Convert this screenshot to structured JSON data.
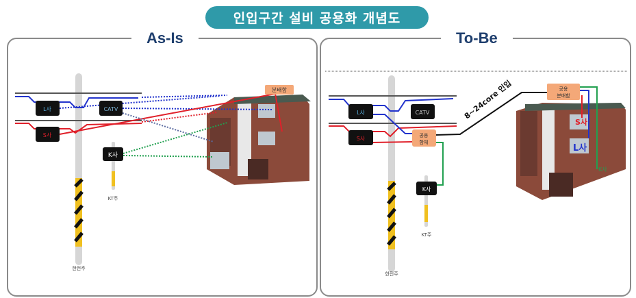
{
  "title": "인입구간 설비 공용화 개념도",
  "as_is": {
    "heading": "As-Is",
    "labels": {
      "l": "L사",
      "catv": "CATV",
      "s": "S사",
      "k": "K사",
      "kt_pole": "KT주",
      "kepco_pole": "한전주",
      "distribution_box": "분배함"
    }
  },
  "to_be": {
    "heading": "To-Be",
    "labels": {
      "l": "L사",
      "catv": "CATV",
      "s": "S사",
      "k": "K사",
      "kt_pole": "KT주",
      "kepco_pole": "한전주",
      "shared_enclosure_1": "공용",
      "shared_enclosure_2": "함체",
      "shared_box_1": "공용",
      "shared_box_2": "분배함",
      "cable_note": "8~24core 인입",
      "bldg_s": "S사",
      "bldg_l": "L사",
      "bldg_k": "K사"
    }
  },
  "colors": {
    "accent": "#2f9aa9",
    "blue": "#2233cc",
    "red": "#e0202a",
    "green": "#22a050",
    "box": "#f4a878"
  }
}
